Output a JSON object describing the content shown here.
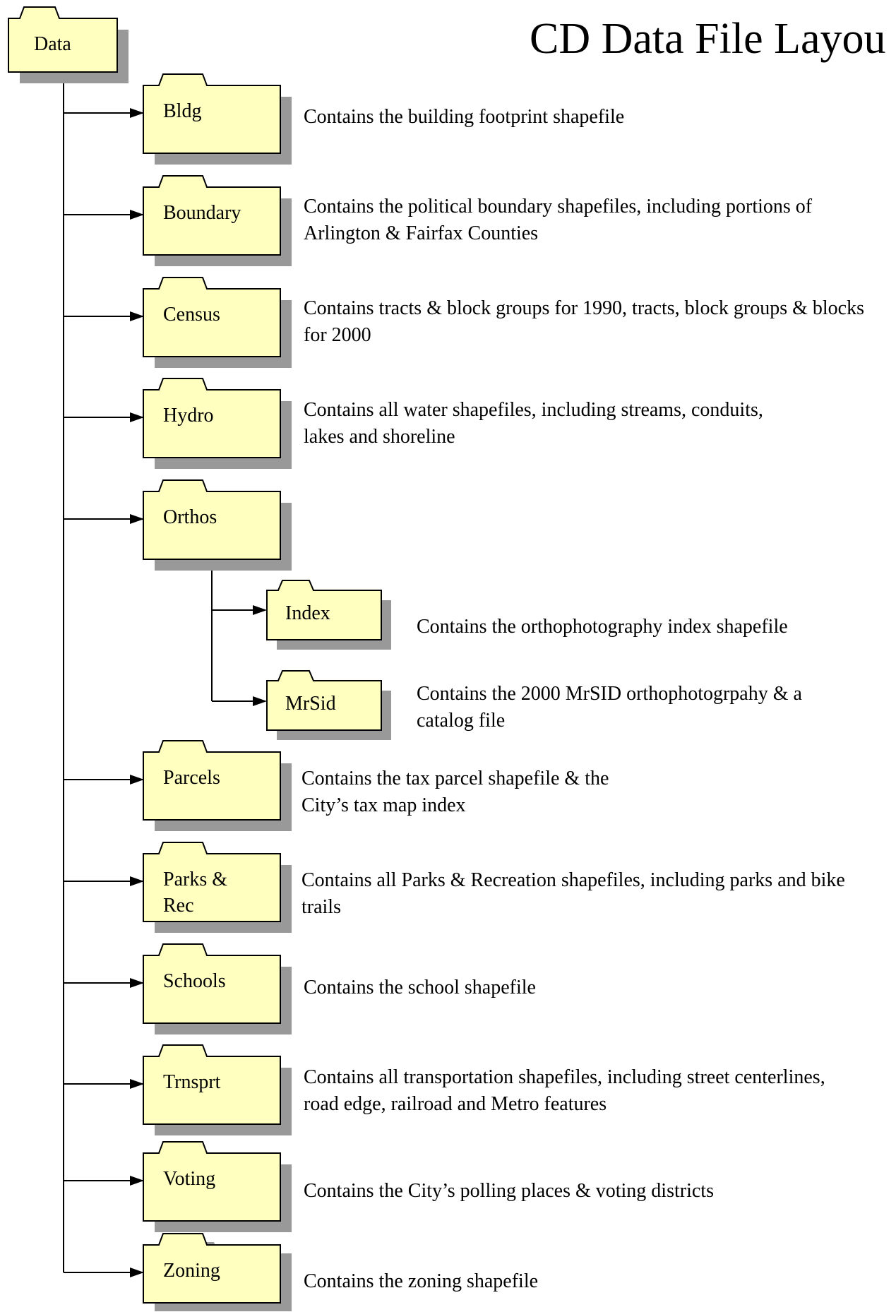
{
  "title": "CD Data File Layou",
  "root": {
    "label": "Data"
  },
  "folders": [
    {
      "label": "Bldg",
      "description": "Contains the building footprint shapefile"
    },
    {
      "label": "Boundary",
      "description": "Contains the political boundary shapefiles, including portions of Arlington & Fairfax Counties"
    },
    {
      "label": "Census",
      "description": "Contains tracts & block groups for 1990, tracts, block groups & blocks for 2000"
    },
    {
      "label": "Hydro",
      "description": "Contains all water shapefiles, including streams, conduits, lakes and shoreline"
    },
    {
      "label": "Orthos",
      "description": ""
    },
    {
      "label": "Index",
      "description": "Contains the orthophotography index shapefile"
    },
    {
      "label": "MrSid",
      "description": "Contains the 2000 MrSID orthophotogrpahy & a catalog file"
    },
    {
      "label": "Parcels",
      "description": "Contains the tax parcel shapefile & the City’s tax map index"
    },
    {
      "label": "Parks & Rec",
      "description": "Contains all Parks & Recreation shapefiles, including parks and bike trails"
    },
    {
      "label": "Schools",
      "description": "Contains the school shapefile"
    },
    {
      "label": "Trnsprt",
      "description": "Contains all transportation shapefiles, including street centerlines, road edge, railroad and Metro features"
    },
    {
      "label": "Voting",
      "description": "Contains the City’s polling places & voting districts"
    },
    {
      "label": "Zoning",
      "description": "Contains the zoning shapefile"
    }
  ],
  "colors": {
    "folder_fill": "#ffffc0",
    "shadow": "#999999",
    "line": "#000000"
  }
}
